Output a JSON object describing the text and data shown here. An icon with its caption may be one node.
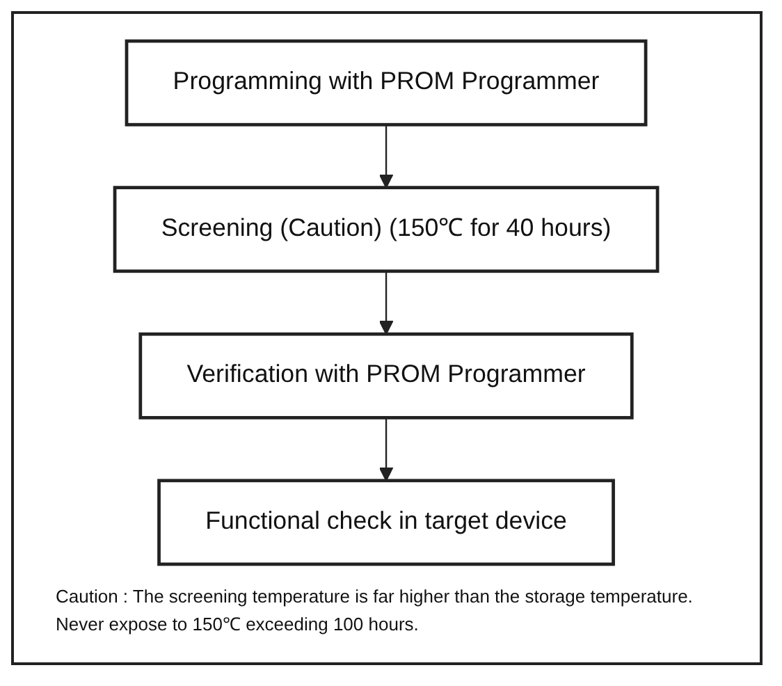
{
  "diagram": {
    "nodes": [
      {
        "text": [
          "Programming with PROM Programmer"
        ]
      },
      {
        "text": [
          "Screening (Caution) (150℃ for 40 hours)"
        ]
      },
      {
        "text": [
          "Verification with PROM Programmer"
        ]
      },
      {
        "text": [
          "Functional check in target device"
        ]
      }
    ],
    "edges": [
      {
        "from": 0,
        "to": 1,
        "arrow": "to"
      },
      {
        "from": 1,
        "to": 2,
        "arrow": "to"
      },
      {
        "from": 2,
        "to": 3,
        "arrow": "to"
      }
    ],
    "labels": [
      "Caution : The screening temperature is far higher than the storage temperature. Never expose to 150℃ exceeding 100 hours."
    ]
  }
}
